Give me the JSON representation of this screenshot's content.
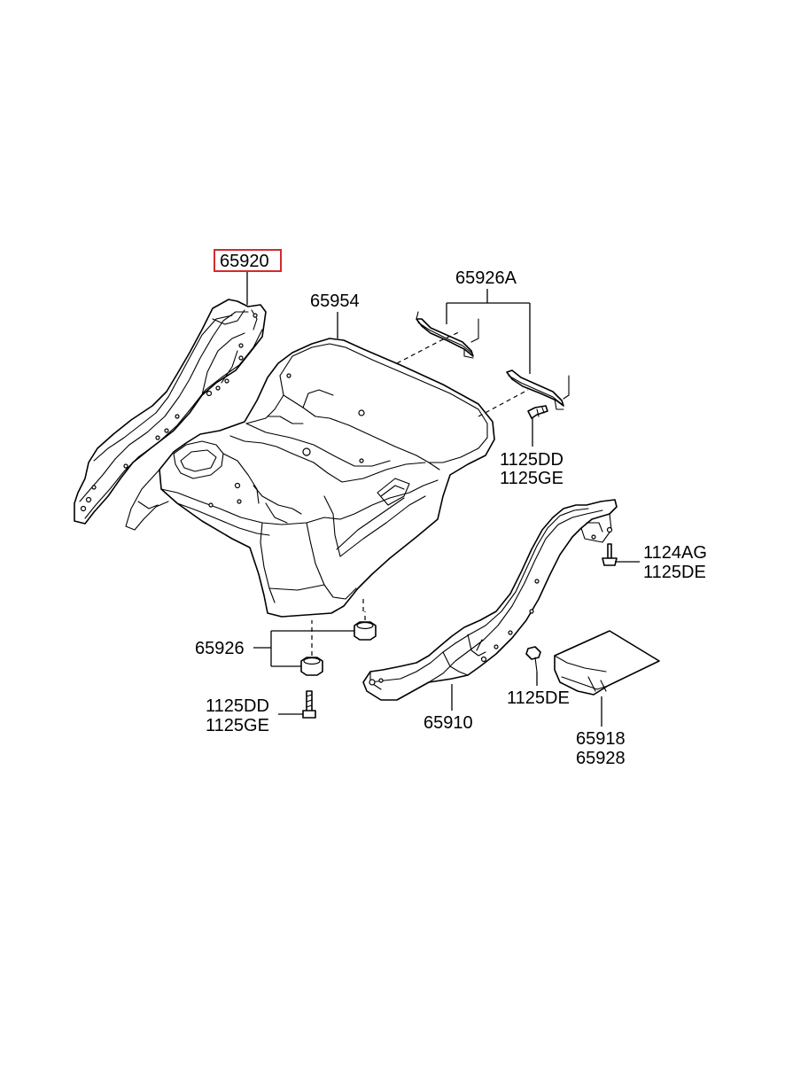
{
  "diagram": {
    "highlight_color": "#d42a2a",
    "labels": {
      "p65920": "65920",
      "p65954": "65954",
      "p65926A": "65926A",
      "p1125DD_top": "1125DD",
      "p1125GE_top": "1125GE",
      "p1124AG": "1124AG",
      "p1125DE_right": "1125DE",
      "p65926": "65926",
      "p1125DD_bottom": "1125DD",
      "p1125GE_bottom": "1125GE",
      "p1125DE_mid": "1125DE",
      "p65910": "65910",
      "p65918": "65918",
      "p65928": "65928"
    }
  }
}
